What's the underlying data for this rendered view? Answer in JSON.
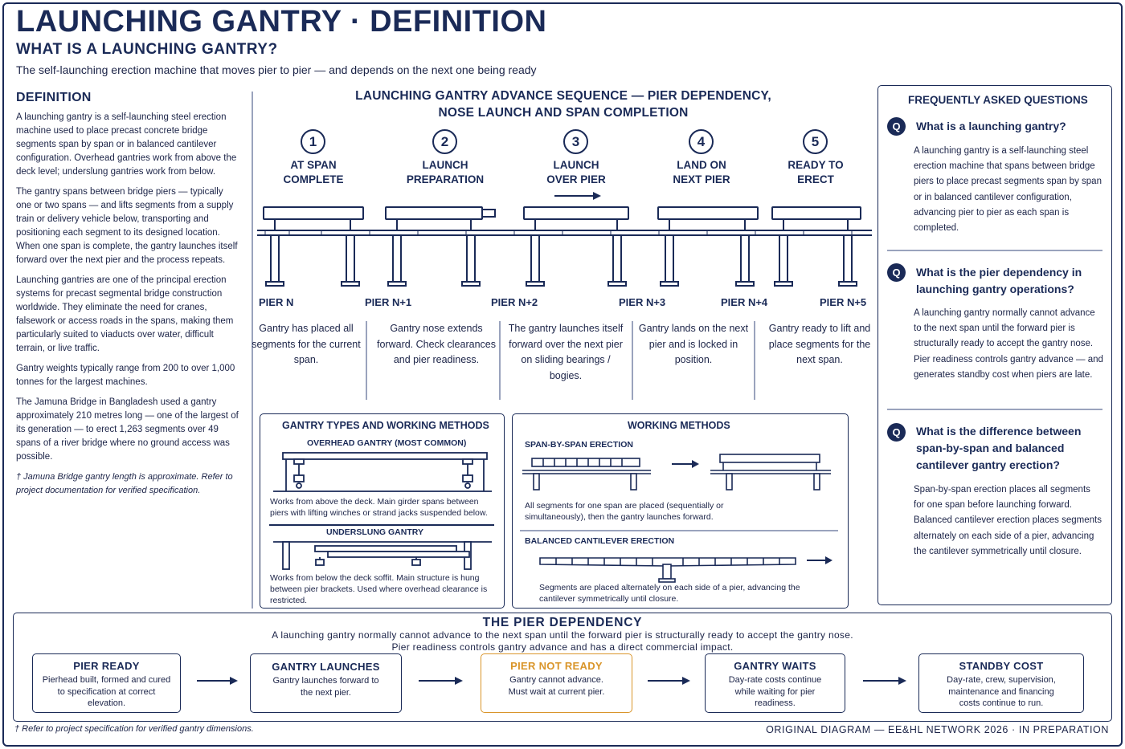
{
  "header": {
    "title": "LAUNCHING GANTRY · DEFINITION",
    "subtitle": "WHAT IS A LAUNCHING GANTRY?",
    "tagline": "The self-launching erection machine that moves pier to pier — and depends on the next one being ready"
  },
  "definition": {
    "heading": "DEFINITION",
    "paragraphs": [
      "A launching gantry is a self-launching steel erection machine used to place precast concrete bridge segments span by span or in balanced cantilever configuration. Overhead gantries work from above the deck level; underslung gantries work from below.",
      "The gantry spans between bridge piers — typically one or two spans — and lifts segments from a supply train or delivery vehicle below, transporting and positioning each segment to its designed location. When one span is complete, the gantry launches itself forward over the next pier and the process repeats.",
      "Launching gantries are one of the principal erection systems for precast segmental bridge construction worldwide. They eliminate the need for cranes, falsework or access roads in the spans, making them particularly suited to viaducts over water, difficult terrain, or live traffic.",
      "Gantry weights typically range from 200 to over 1,000 tonnes for the largest machines.",
      "The Jamuna Bridge in Bangladesh used a gantry approximately 210 metres long — one of the largest of its generation — to erect 1,263 segments over 49 spans of a river bridge where no ground access was possible."
    ],
    "note": "† Jamuna Bridge gantry length is approximate. Refer to project documentation for verified specification."
  },
  "sequence": {
    "title_line1": "LAUNCHING GANTRY ADVANCE SEQUENCE — PIER DEPENDENCY,",
    "title_line2": "NOSE LAUNCH AND SPAN COMPLETION",
    "steps": [
      {
        "num": "1",
        "label_line1": "AT SPAN",
        "label_line2": "COMPLETE",
        "desc": "Gantry has placed all segments for the current span."
      },
      {
        "num": "2",
        "label_line1": "LAUNCH",
        "label_line2": "PREPARATION",
        "desc": "Gantry nose extends forward. Check clearances and pier readiness."
      },
      {
        "num": "3",
        "label_line1": "LAUNCH",
        "label_line2": "OVER PIER",
        "desc": "The gantry launches itself forward over the next pier on sliding bearings / bogies."
      },
      {
        "num": "4",
        "label_line1": "LAND ON",
        "label_line2": "NEXT PIER",
        "desc": "Gantry lands on the next pier and is locked in position."
      },
      {
        "num": "5",
        "label_line1": "READY TO",
        "label_line2": "ERECT",
        "desc": "Gantry ready to lift and place segments for the next span."
      }
    ],
    "piers": [
      "PIER N",
      "PIER N+1",
      "PIER N+2",
      "PIER N+3",
      "PIER N+4",
      "PIER N+5"
    ]
  },
  "gantry_types": {
    "title": "GANTRY TYPES AND WORKING METHODS",
    "overhead_label": "OVERHEAD GANTRY (MOST COMMON)",
    "overhead_desc": "Works from above the deck. Main girder spans between piers with lifting winches or strand jacks suspended below.",
    "underslung_label": "UNDERSLUNG GANTRY",
    "underslung_desc": "Works from below the deck soffit. Main structure is hung between pier brackets. Used where overhead clearance is restricted."
  },
  "working_methods": {
    "title": "WORKING METHODS",
    "sbs_label": "SPAN-BY-SPAN ERECTION",
    "sbs_desc": "All segments for one span are placed (sequentially or simultaneously), then the gantry launches forward.",
    "bc_label": "BALANCED CANTILEVER ERECTION",
    "bc_desc": "Segments are placed alternately on each side of a pier, advancing the cantilever symmetrically until closure."
  },
  "faq": {
    "title": "FREQUENTLY ASKED QUESTIONS",
    "icon": "Q",
    "items": [
      {
        "q": "What is a launching gantry?",
        "a": "A launching gantry is a self-launching steel erection machine that spans between bridge piers to place precast segments span by span or in balanced cantilever configuration, advancing pier to pier as each span is completed."
      },
      {
        "q": "What is the pier dependency in launching gantry operations?",
        "a": "A launching gantry normally cannot advance to the next span until the forward pier is structurally ready to accept the gantry nose. Pier readiness controls gantry advance — and generates standby cost when piers are late."
      },
      {
        "q": "What is the difference between span-by-span and balanced cantilever gantry erection?",
        "a": "Span-by-span erection places all segments for one span before launching forward. Balanced cantilever erection places segments alternately on each side of a pier, advancing the cantilever symmetrically until closure."
      }
    ]
  },
  "dependency": {
    "title": "THE PIER DEPENDENCY",
    "text_line1": "A launching gantry normally cannot advance to the next span until the forward pier is structurally ready to accept the gantry nose.",
    "text_line2": "Pier readiness controls gantry advance and has a direct commercial impact.",
    "cards": [
      {
        "title": "PIER READY",
        "desc": "Pierhead built, formed and cured to specification at correct elevation."
      },
      {
        "title": "GANTRY LAUNCHES",
        "desc": "Gantry launches forward to the next pier."
      },
      {
        "title": "PIER NOT READY",
        "desc": "Gantry cannot advance. Must wait at current pier."
      },
      {
        "title": "GANTRY WAITS",
        "desc": "Day-rate costs continue while waiting for pier readiness."
      },
      {
        "title": "STANDBY COST",
        "desc": "Day-rate, crew, supervision, maintenance and financing costs continue to run."
      }
    ]
  },
  "footer": {
    "note": "† Refer to project specification for verified gantry dimensions.",
    "credit": "ORIGINAL DIAGRAM — EE&HL NETWORK 2026 · IN PREPARATION"
  },
  "colors": {
    "navy": "#1a2a57",
    "amber": "#d9952a"
  }
}
